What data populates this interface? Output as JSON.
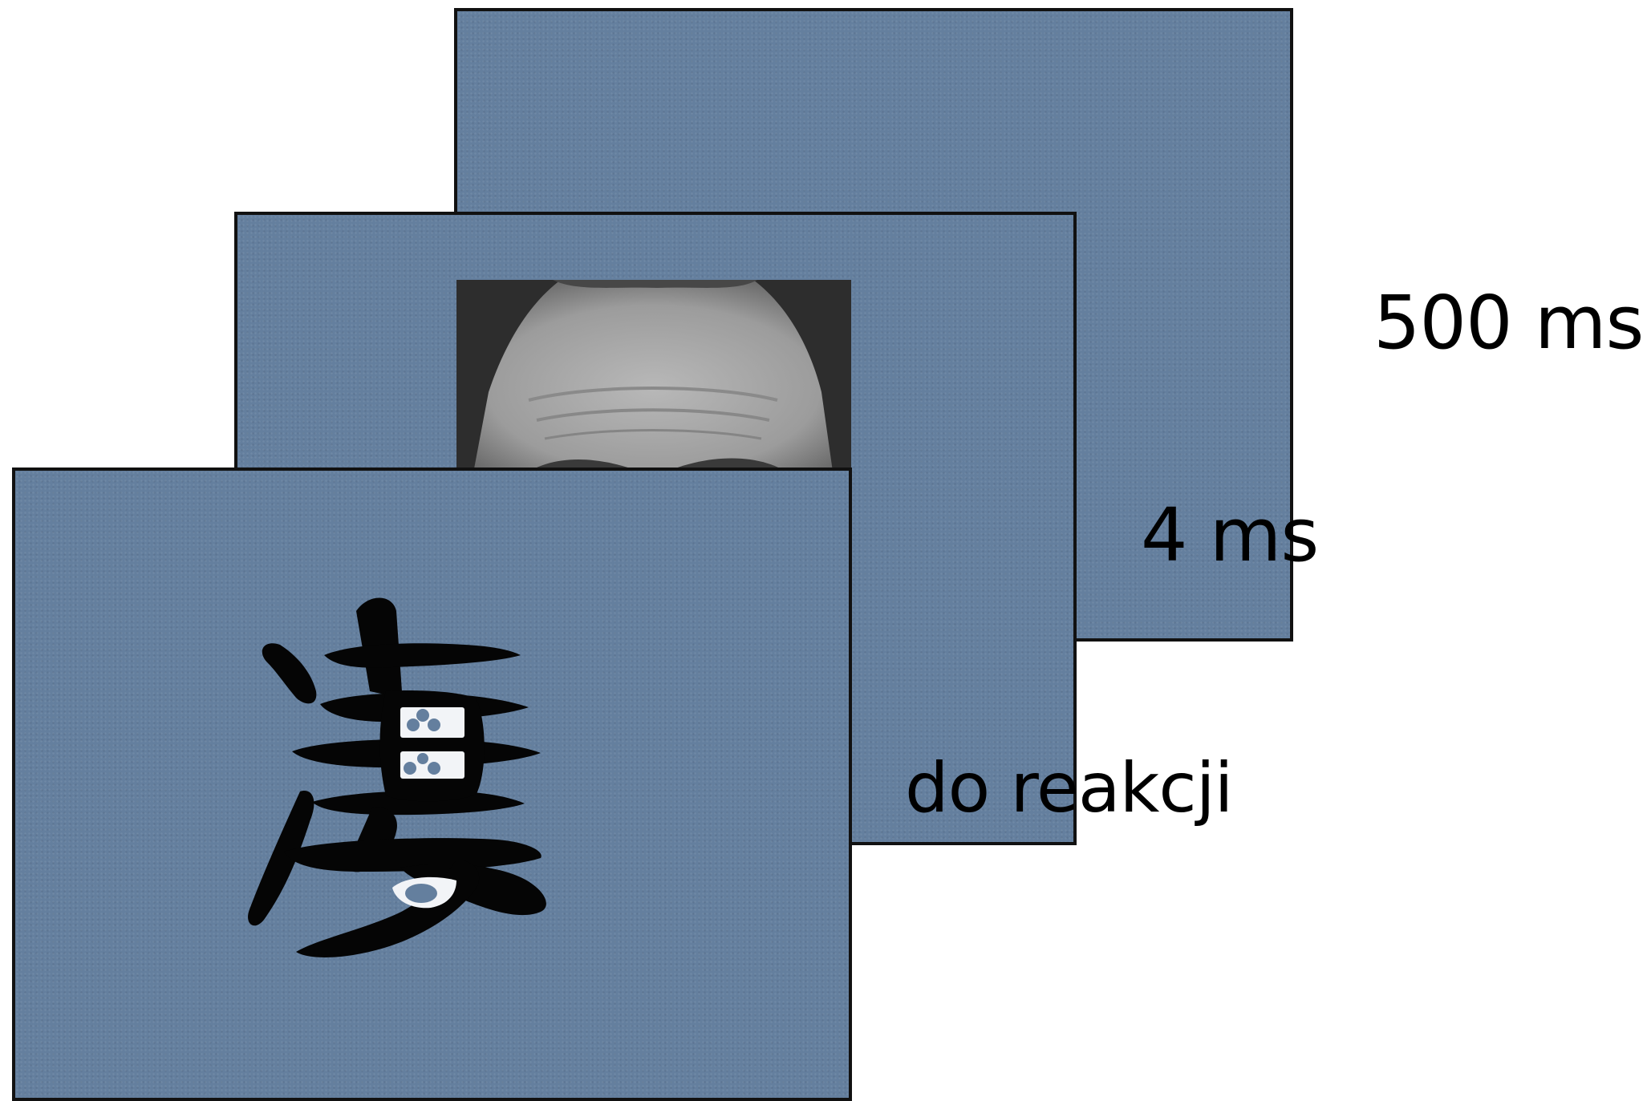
{
  "timings": {
    "blank_duration": "500 ms",
    "prime_duration": "4 ms",
    "target_duration": "do reakcji"
  },
  "colors": {
    "screen_background": "#647f9e",
    "screen_border": "#111111",
    "glyph_fill": "#050505",
    "label_text": "#000000"
  },
  "slides": [
    {
      "content": "blank-screen"
    },
    {
      "content": "face-photo-forehead-cropped"
    },
    {
      "content": "chinese-character-target"
    }
  ]
}
